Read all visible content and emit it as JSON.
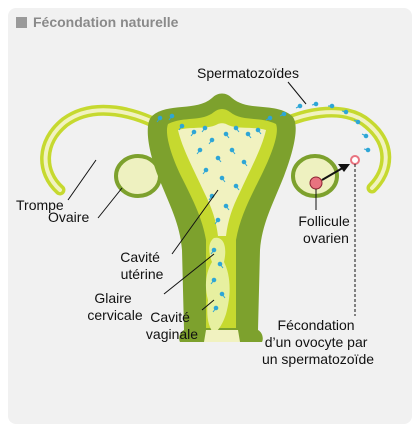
{
  "title": "Fécondation naturelle",
  "labels": {
    "spermatozoides": "Spermatozoïdes",
    "trompe": "Trompe",
    "ovaire": "Ovaire",
    "cavite_uterine": [
      "Cavité",
      "utérine"
    ],
    "glaire_cervicale": [
      "Glaire",
      "cervicale"
    ],
    "cavite_vaginale": [
      "Cavité",
      "vaginale"
    ],
    "follicule_ovarien": [
      "Follicule",
      "ovarien"
    ],
    "fecondation": [
      "Fécondation",
      "d’un ovocyte par",
      "un spermatozoïde"
    ]
  },
  "colors": {
    "organ_wall": "#7da12d",
    "organ_lining": "#c6d92f",
    "cavity": "#f1f2c0",
    "mucus": "#e7f0a0",
    "sperm": "#2ea6d6",
    "follicle": "#e8737f",
    "panel": "#f1f1f1",
    "title": "#8a8a8a"
  }
}
